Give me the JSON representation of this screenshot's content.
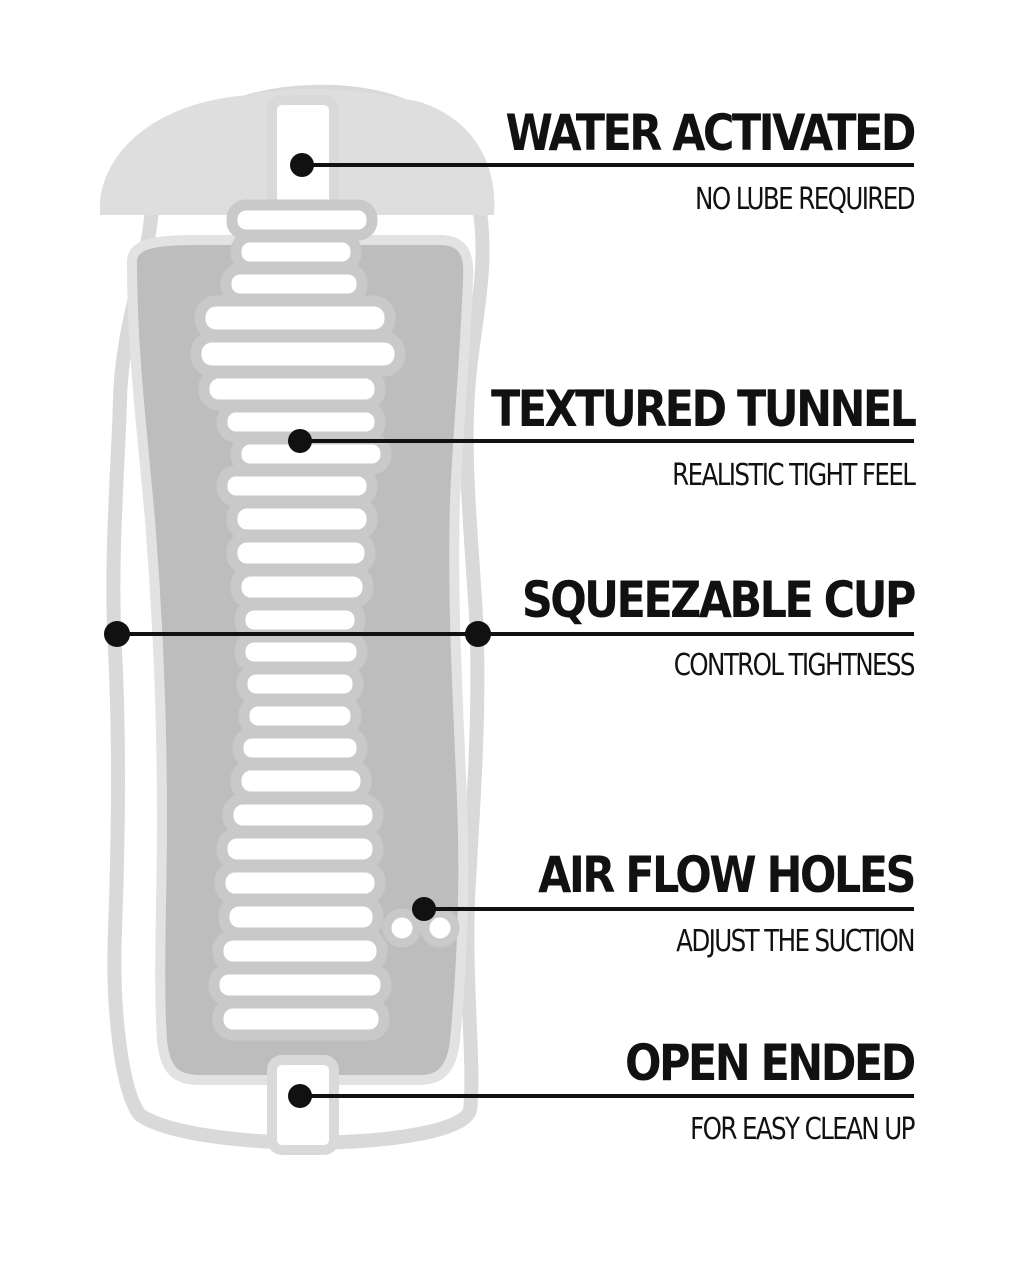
{
  "colors": {
    "background": "#ffffff",
    "outline": "#d9d9d9",
    "body_fill": "#ffffff",
    "cap_fill": "#dedede",
    "cavity_fill": "#bdbdbd",
    "ridge_fill": "#ffffff",
    "ridge_stroke": "#c9c9c9",
    "text": "#111111",
    "callout": "#111111"
  },
  "features": [
    {
      "id": "water-activated",
      "title": "WATER ACTIVATED",
      "subtitle": "NO LUBE REQUIRED"
    },
    {
      "id": "textured-tunnel",
      "title": "TEXTURED TUNNEL",
      "subtitle": "REALISTIC TIGHT FEEL"
    },
    {
      "id": "squeezable-cup",
      "title": "SQUEEZABLE CUP",
      "subtitle": "CONTROL TIGHTNESS"
    },
    {
      "id": "air-flow-holes",
      "title": "AIR FLOW HOLES",
      "subtitle": "ADJUST THE SUCTION"
    },
    {
      "id": "open-ended",
      "title": "OPEN ENDED",
      "subtitle": "FOR EASY CLEAN UP"
    }
  ]
}
